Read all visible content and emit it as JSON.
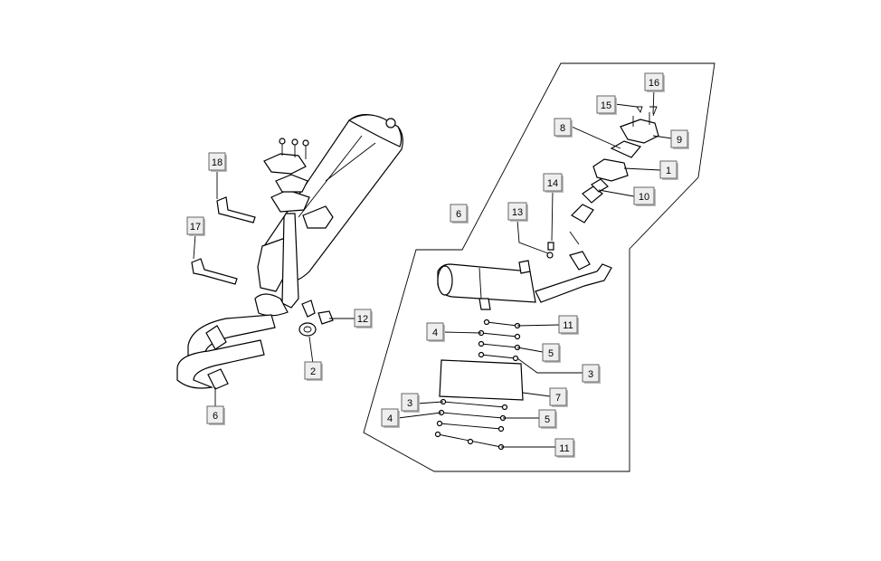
{
  "labels": {
    "left_18": "18",
    "left_17": "17",
    "left_12": "12",
    "left_2": "2",
    "left_6": "6",
    "right_6": "6",
    "right_16": "16",
    "right_15": "15",
    "right_8": "8",
    "right_9": "9",
    "right_1": "1",
    "right_14": "14",
    "right_10": "10",
    "right_13": "13",
    "right_11a": "11",
    "right_4a": "4",
    "right_5a": "5",
    "right_3a": "3",
    "right_7": "7",
    "right_3b": "3",
    "right_4b": "4",
    "right_5b": "5",
    "right_11b": "11"
  }
}
